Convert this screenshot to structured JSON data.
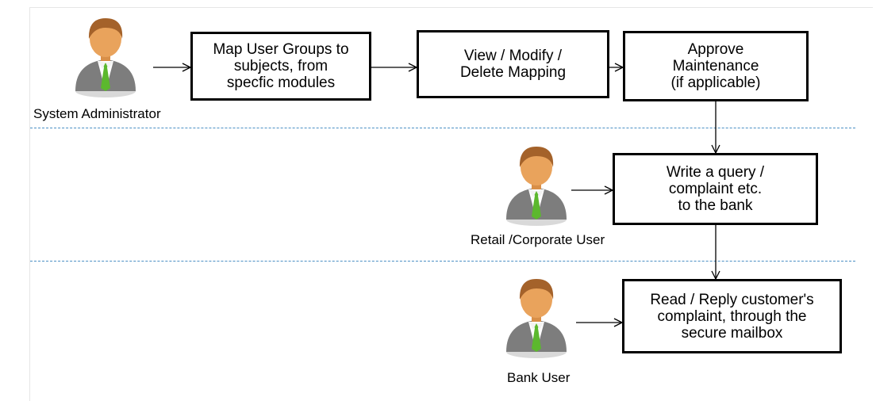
{
  "diagram": {
    "actors": {
      "system_admin": "System Administrator",
      "retail_user": "Retail /Corporate User",
      "bank_user": "Bank User"
    },
    "steps": {
      "map_groups": "Map User Groups to\nsubjects, from\nspecfic modules",
      "view_modify": "View / Modify /\nDelete Mapping",
      "approve": "Approve\nMaintenance\n(if applicable)",
      "write_query": "Write a query /\ncomplaint etc.\nto the bank",
      "read_reply": "Read / Reply customer's\ncomplaint, through the\nsecure mailbox"
    },
    "icons": {
      "actor": "person-icon"
    },
    "colors": {
      "divider": "#4a8fc4",
      "tie": "#5cb82e",
      "skin": "#e9a35c",
      "hair": "#a4622a",
      "suit": "#7d7d7d"
    }
  }
}
